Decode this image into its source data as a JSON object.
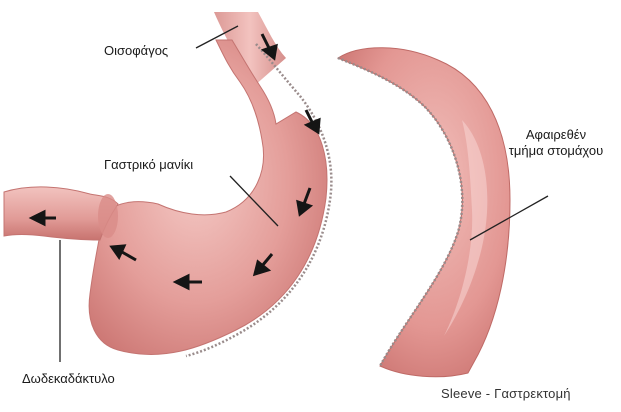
{
  "labels": {
    "esophagus": "Οισοφάγος",
    "gastric_sleeve": "Γαστρικό μανίκι",
    "removed_part": "Αφαιρεθέν τμήμα στομάχου",
    "duodenum": "Δωδεκαδάκτυλο"
  },
  "caption": "Sleeve - Γαστρεκτομή",
  "colors": {
    "tissue": "#e29a96",
    "tissue_dark": "#c97471",
    "tissue_light": "#f3c6c2",
    "staple_line": "#9a8c8c",
    "arrow": "#151515"
  },
  "icons": [
    "flow-arrow-icon"
  ]
}
